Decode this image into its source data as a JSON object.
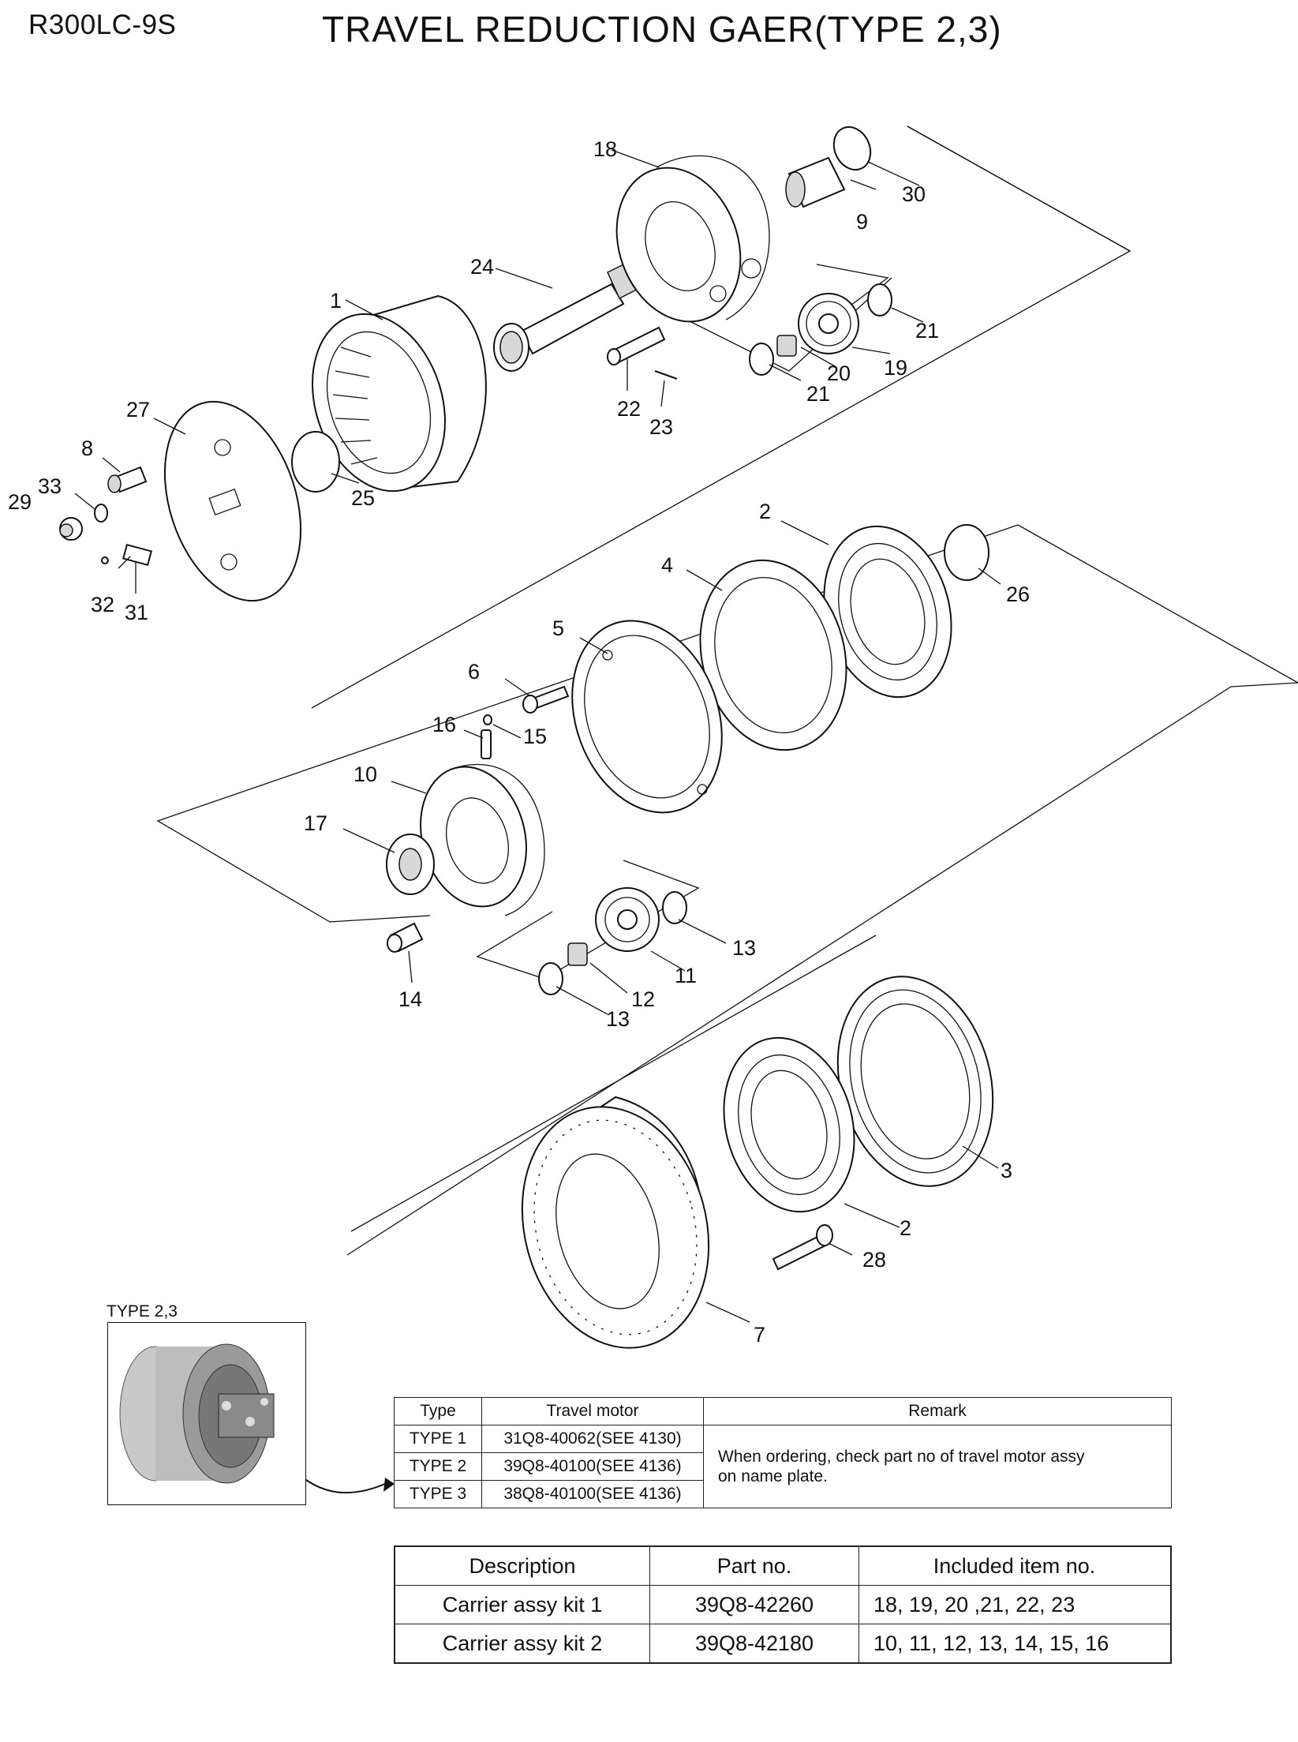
{
  "header": {
    "model": "R300LC-9S",
    "title": "TRAVEL REDUCTION GAER(TYPE 2,3)"
  },
  "callouts": {
    "c1": "1",
    "c2a": "2",
    "c2b": "2",
    "c3": "3",
    "c4": "4",
    "c5": "5",
    "c6": "6",
    "c7": "7",
    "c8": "8",
    "c9": "9",
    "c10": "10",
    "c11": "11",
    "c12": "12",
    "c13a": "13",
    "c13b": "13",
    "c14": "14",
    "c15": "15",
    "c16": "16",
    "c17": "17",
    "c18": "18",
    "c19": "19",
    "c20": "20",
    "c21a": "21",
    "c21b": "21",
    "c22": "22",
    "c23": "23",
    "c24": "24",
    "c25": "25",
    "c26": "26",
    "c27": "27",
    "c28": "28",
    "c29": "29",
    "c30": "30",
    "c31": "31",
    "c32": "32",
    "c33": "33"
  },
  "inset": {
    "caption": "TYPE 2,3"
  },
  "type_table": {
    "headers": [
      "Type",
      "Travel motor",
      "Remark"
    ],
    "rows": [
      {
        "type": "TYPE 1",
        "motor": "31Q8-40062(SEE 4130)"
      },
      {
        "type": "TYPE 2",
        "motor": "39Q8-40100(SEE 4136)"
      },
      {
        "type": "TYPE 3",
        "motor": "38Q8-40100(SEE 4136)"
      }
    ],
    "remark_line1": "When ordering, check part no of travel motor assy",
    "remark_line2": "on name plate."
  },
  "kit_table": {
    "headers": [
      "Description",
      "Part no.",
      "Included item no."
    ],
    "rows": [
      {
        "description": "Carrier assy kit 1",
        "part_no": "39Q8-42260",
        "items": "18, 19, 20 ,21, 22, 23"
      },
      {
        "description": "Carrier assy kit 2",
        "part_no": "39Q8-42180",
        "items": "10, 11, 12, 13, 14, 15, 16"
      }
    ]
  },
  "colors": {
    "line": "#111111",
    "background": "#ffffff",
    "shade": "#d8d8d8"
  }
}
